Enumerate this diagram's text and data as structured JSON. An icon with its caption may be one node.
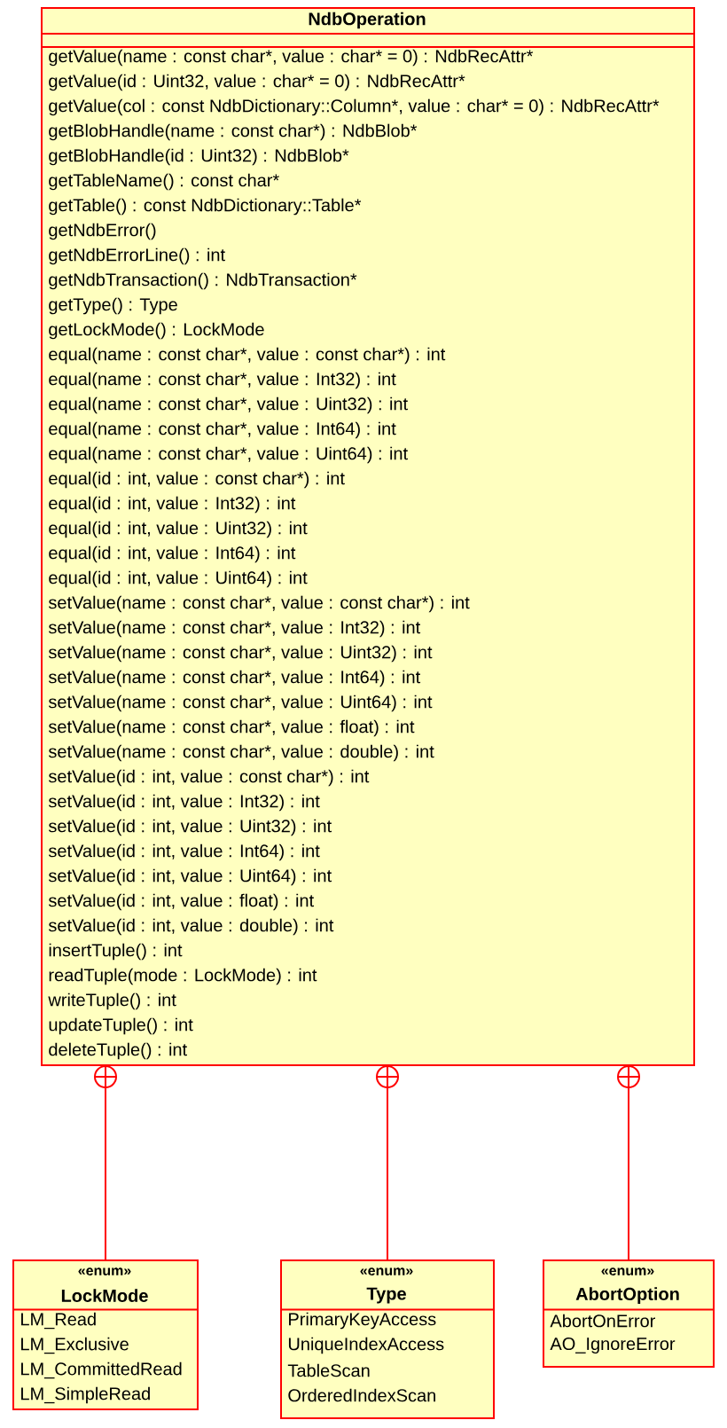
{
  "diagram": {
    "nodes": [
      {
        "text": [
          "NdbOperation",
          "getValue(name : const char*, value : char* = 0) : NdbRecAttr*",
          "getValue(id : Uint32, value : char* = 0) : NdbRecAttr*",
          "getValue(col : const NdbDictionary::Column*, value : char* = 0) : NdbRecAttr*",
          "getBlobHandle(name : const char*) : NdbBlob*",
          "getBlobHandle(id : Uint32) : NdbBlob*",
          "getTableName() : const char*",
          "getTable() : const NdbDictionary::Table*",
          "getNdbError()",
          "getNdbErrorLine() : int",
          "getNdbTransaction() : NdbTransaction*",
          "getType() : Type",
          "getLockMode() : LockMode",
          "equal(name : const char*, value : const char*) : int",
          "equal(name : const char*, value : Int32) : int",
          "equal(name : const char*, value : Uint32) : int",
          "equal(name : const char*, value : Int64) : int",
          "equal(name : const char*, value : Uint64) : int",
          "equal(id : int, value : const char*) : int",
          "equal(id : int, value : Int32) : int",
          "equal(id : int, value : Uint32) : int",
          "equal(id : int, value : Int64) : int",
          "equal(id : int, value : Uint64) : int",
          "setValue(name : const char*, value : const char*) : int",
          "setValue(name : const char*, value : Int32) : int",
          "setValue(name : const char*, value : Uint32) : int",
          "setValue(name : const char*, value : Int64) : int",
          "setValue(name : const char*, value : Uint64) : int",
          "setValue(name : const char*, value : float) : int",
          "setValue(name : const char*, value : double) : int",
          "setValue(id : int, value : const char*) : int",
          "setValue(id : int, value : Int32) : int",
          "setValue(id : int, value : Uint32) : int",
          "setValue(id : int, value : Int64) : int",
          "setValue(id : int, value : Uint64) : int",
          "setValue(id : int, value : float) : int",
          "setValue(id : int, value : double) : int",
          "insertTuple() : int",
          "readTuple(mode : LockMode) : int",
          "writeTuple() : int",
          "updateTuple() : int",
          "deleteTuple() : int"
        ]
      },
      {
        "text": [
          "«enum»",
          "LockMode",
          "LM_Read",
          "LM_Exclusive",
          "LM_CommittedRead",
          "LM_SimpleRead"
        ]
      },
      {
        "text": [
          "«enum»",
          "Type",
          "PrimaryKeyAccess",
          "UniqueIndexAccess",
          "TableScan",
          "OrderedIndexScan"
        ]
      },
      {
        "text": [
          "«enum»",
          "AbortOption",
          "AbortOnError",
          "AO_IgnoreError"
        ]
      }
    ],
    "edges": [
      {
        "from": 1,
        "to": 0,
        "arrow": "other"
      },
      {
        "from": 2,
        "to": 0,
        "arrow": "other"
      },
      {
        "from": 3,
        "to": 0,
        "arrow": "other"
      }
    ]
  }
}
